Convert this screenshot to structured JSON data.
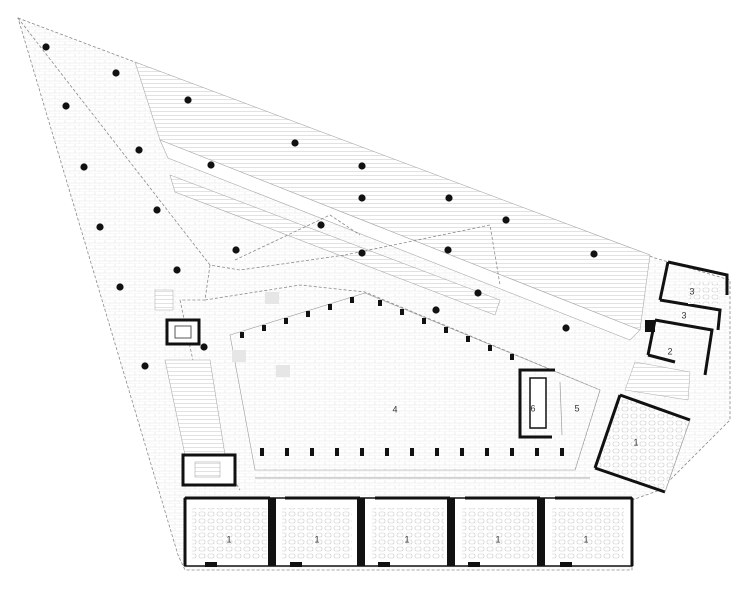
{
  "room_labels": {
    "classroom_right": "1",
    "classroom_bottom_a": "1",
    "classroom_bottom_b": "1",
    "classroom_bottom_c": "1",
    "classroom_bottom_d": "1",
    "classroom_bottom_e": "1",
    "office_right": "2",
    "toilet_upper": "3",
    "toilet_lower": "3",
    "hall": "4",
    "room_5": "5",
    "room_6": "6"
  },
  "colors": {
    "wall": "#111111",
    "floor_pattern": "#e6e6e6",
    "column": "#111111",
    "background": "#ffffff"
  }
}
